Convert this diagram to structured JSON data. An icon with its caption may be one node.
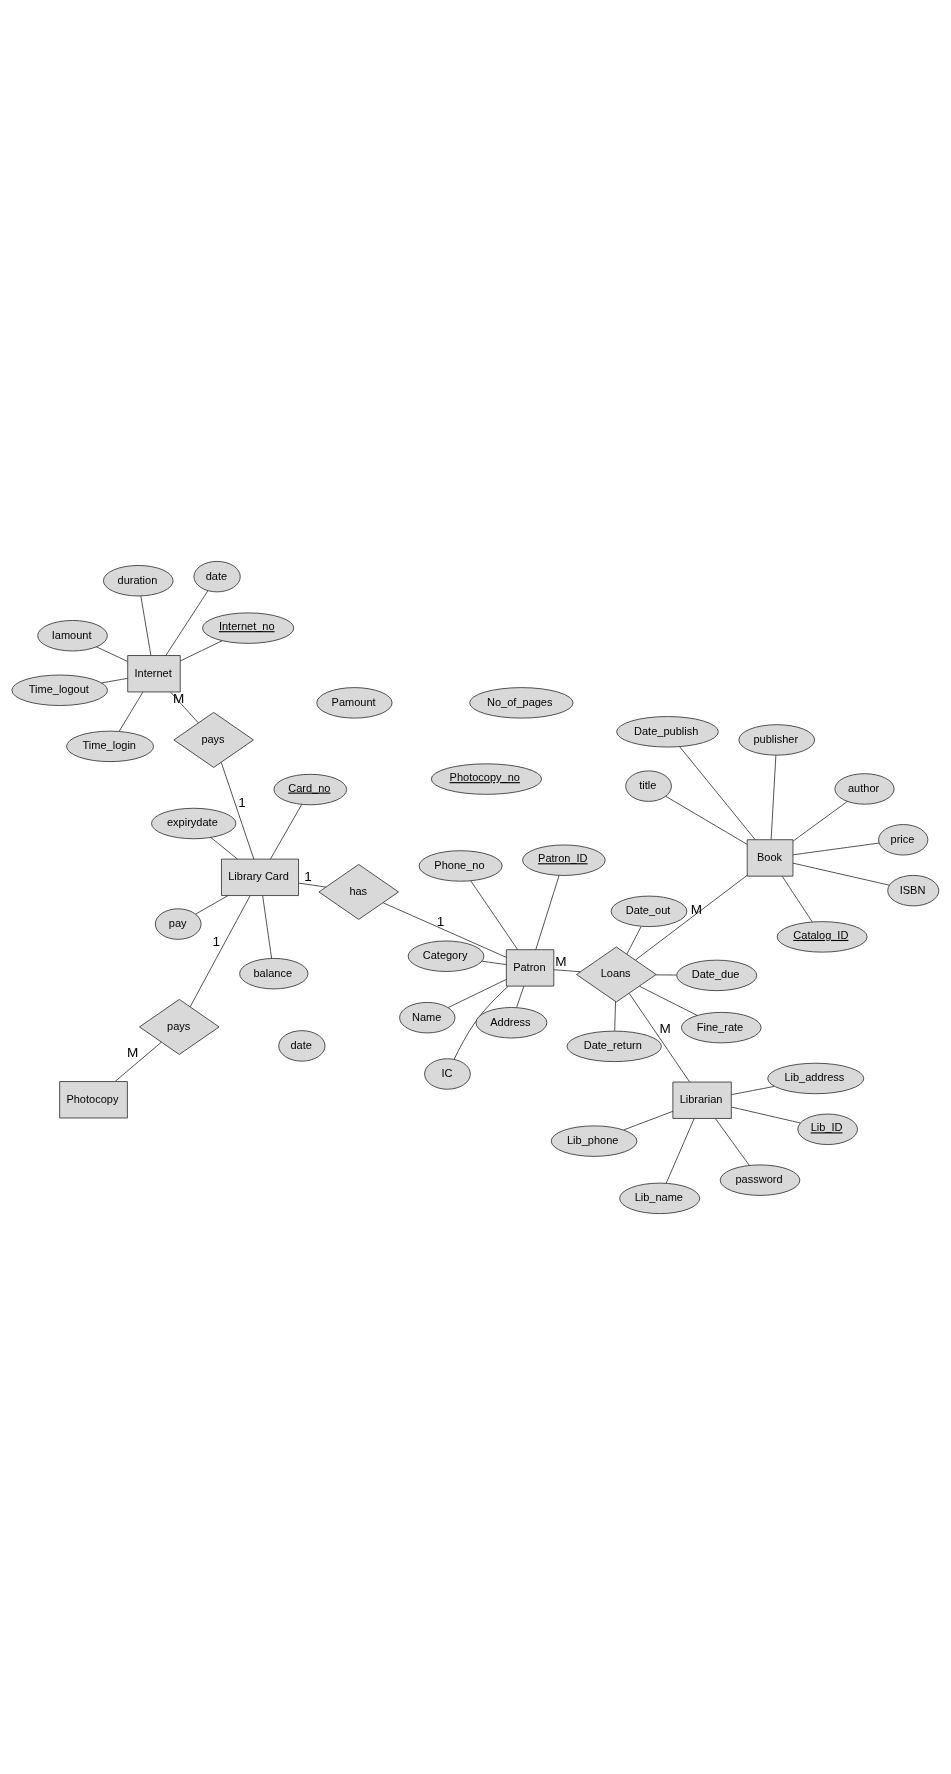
{
  "diagram": {
    "nodes": [
      {
        "text": [
          "Patron"
        ]
      },
      {
        "text": [
          "IC"
        ]
      },
      {
        "text": [
          "Name"
        ]
      },
      {
        "text": [
          "Patron_ID"
        ]
      },
      {
        "text": [
          "Address"
        ]
      },
      {
        "text": [
          "Phone_no"
        ]
      },
      {
        "text": [
          "Category"
        ]
      },
      {
        "text": [
          "has"
        ]
      },
      {
        "text": [
          "Loans"
        ]
      },
      {
        "text": [
          "Fine_rate"
        ]
      },
      {
        "text": [
          "Date_return"
        ]
      },
      {
        "text": [
          "Date_out"
        ]
      },
      {
        "text": [
          "Date_due"
        ]
      },
      {
        "text": [
          "Librarian"
        ]
      },
      {
        "text": [
          "Lib_ID"
        ]
      },
      {
        "text": [
          "Lib_name"
        ]
      },
      {
        "text": [
          "password"
        ]
      },
      {
        "text": [
          "Lib_address"
        ]
      },
      {
        "text": [
          "Lib_phone"
        ]
      },
      {
        "text": [
          "Book"
        ]
      },
      {
        "text": [
          "Catalog_ID"
        ]
      },
      {
        "text": [
          "title"
        ]
      },
      {
        "text": [
          "author"
        ]
      },
      {
        "text": [
          "publisher"
        ]
      },
      {
        "text": [
          "Date_publish"
        ]
      },
      {
        "text": [
          "ISBN"
        ]
      },
      {
        "text": [
          "price"
        ]
      },
      {
        "text": [
          "Library Card"
        ]
      },
      {
        "text": [
          "balance"
        ]
      },
      {
        "text": [
          "Card_no"
        ]
      },
      {
        "text": [
          "pay"
        ]
      },
      {
        "text": [
          "expirydate"
        ]
      },
      {
        "text": [
          "pays"
        ]
      },
      {
        "text": [
          "Photocopy"
        ]
      },
      {
        "text": [
          "Photocopy_no"
        ]
      },
      {
        "text": [
          "date"
        ]
      },
      {
        "text": [
          "No_of_pages"
        ]
      },
      {
        "text": [
          "Pamount"
        ]
      },
      {
        "text": [
          "pays"
        ]
      },
      {
        "text": [
          "Internet"
        ]
      },
      {
        "text": [
          "Internet_no"
        ]
      },
      {
        "text": [
          "date"
        ]
      },
      {
        "text": [
          "Time_login"
        ]
      },
      {
        "text": [
          "Time_logout"
        ]
      },
      {
        "text": [
          "duration"
        ]
      },
      {
        "text": [
          "Iamount"
        ]
      }
    ],
    "edges": [
      {
        "from": 0,
        "to": 1,
        "arrow": "none"
      },
      {
        "from": 0,
        "to": 2,
        "arrow": "none"
      },
      {
        "from": 0,
        "to": 3,
        "arrow": "none"
      },
      {
        "from": 0,
        "to": 4,
        "arrow": "none"
      },
      {
        "from": 0,
        "to": 5,
        "arrow": "none"
      },
      {
        "from": 0,
        "to": 6,
        "arrow": "none"
      },
      {
        "from": 0,
        "to": 7,
        "arrow": "none",
        "label": "1"
      },
      {
        "from": 7,
        "to": 27,
        "arrow": "none",
        "label": "1"
      },
      {
        "from": 0,
        "to": 8,
        "arrow": "none",
        "label": "M"
      },
      {
        "from": 8,
        "to": 9,
        "arrow": "none"
      },
      {
        "from": 8,
        "to": 10,
        "arrow": "none"
      },
      {
        "from": 8,
        "to": 11,
        "arrow": "none"
      },
      {
        "from": 8,
        "to": 12,
        "arrow": "none"
      },
      {
        "from": 8,
        "to": 13,
        "arrow": "none",
        "label": "M"
      },
      {
        "from": 13,
        "to": 14,
        "arrow": "none"
      },
      {
        "from": 13,
        "to": 15,
        "arrow": "none"
      },
      {
        "from": 13,
        "to": 16,
        "arrow": "none"
      },
      {
        "from": 13,
        "to": 17,
        "arrow": "none"
      },
      {
        "from": 13,
        "to": 18,
        "arrow": "none"
      },
      {
        "from": 8,
        "to": 19,
        "arrow": "none",
        "label": "M"
      },
      {
        "from": 19,
        "to": 20,
        "arrow": "none"
      },
      {
        "from": 19,
        "to": 21,
        "arrow": "none"
      },
      {
        "from": 19,
        "to": 22,
        "arrow": "none"
      },
      {
        "from": 19,
        "to": 23,
        "arrow": "none"
      },
      {
        "from": 19,
        "to": 24,
        "arrow": "none"
      },
      {
        "from": 19,
        "to": 25,
        "arrow": "none"
      },
      {
        "from": 19,
        "to": 26,
        "arrow": "none"
      },
      {
        "from": 27,
        "to": 28,
        "arrow": "none"
      },
      {
        "from": 27,
        "to": 29,
        "arrow": "none"
      },
      {
        "from": 27,
        "to": 30,
        "arrow": "none"
      },
      {
        "from": 27,
        "to": 31,
        "arrow": "none"
      },
      {
        "from": 33,
        "to": 32,
        "arrow": "none",
        "label": "M"
      },
      {
        "from": 32,
        "to": 27,
        "arrow": "none",
        "label": "1"
      },
      {
        "from": 27,
        "to": 38,
        "arrow": "none",
        "label": "1"
      },
      {
        "from": 38,
        "to": 39,
        "arrow": "none",
        "label": "M"
      },
      {
        "from": 39,
        "to": 40,
        "arrow": "none"
      },
      {
        "from": 39,
        "to": 41,
        "arrow": "none"
      },
      {
        "from": 39,
        "to": 42,
        "arrow": "none"
      },
      {
        "from": 39,
        "to": 43,
        "arrow": "none"
      },
      {
        "from": 39,
        "to": 44,
        "arrow": "none"
      },
      {
        "from": 39,
        "to": 45,
        "arrow": "none"
      }
    ]
  }
}
